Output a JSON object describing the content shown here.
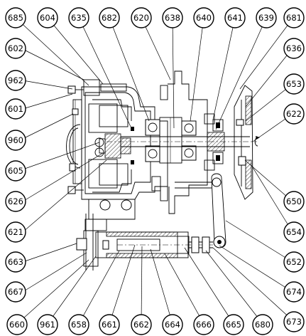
{
  "callouts": {
    "c685": "685",
    "c604": "604",
    "c635": "635",
    "c682": "682",
    "c620": "620",
    "c638": "638",
    "c640": "640",
    "c641": "641",
    "c639": "639",
    "c681": "681",
    "c602": "602",
    "c636": "636",
    "c962": "962",
    "c653": "653",
    "c601": "601",
    "c622": "622",
    "c960": "960",
    "c605": "605",
    "c650": "650",
    "c626": "626",
    "c654": "654",
    "c621": "621",
    "c652": "652",
    "c663": "663",
    "c674": "674",
    "c667": "667",
    "c673": "673",
    "c680": "680",
    "c660": "660",
    "c961": "961",
    "c658": "658",
    "c661": "661",
    "c662": "662",
    "c664": "664",
    "c666": "666",
    "c665": "665"
  }
}
